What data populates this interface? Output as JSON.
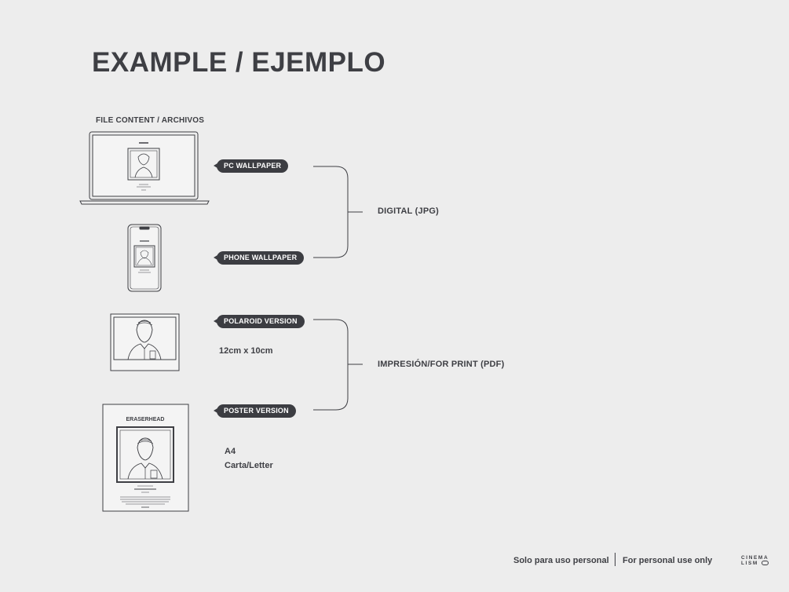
{
  "header": {
    "title": "EXAMPLE / EJEMPLO"
  },
  "section": {
    "label": "FILE CONTENT / ARCHIVOS"
  },
  "pills": {
    "pc_wallpaper": "PC WALLPAPER",
    "phone_wallpaper": "PHONE WALLPAPER",
    "polaroid_version": "POLAROID VERSION",
    "poster_version": "POSTER VERSION"
  },
  "formats": {
    "digital": "DIGITAL (JPG)",
    "print": "IMPRESIÓN/FOR PRINT (PDF)"
  },
  "sizes": {
    "polaroid": "12cm x 10cm",
    "poster_line1": "A4",
    "poster_line2": "Carta/Letter"
  },
  "poster": {
    "title": "ERASERHEAD"
  },
  "footer": {
    "left": "Solo para uso personal",
    "right": "For personal use only",
    "brand_line1": "CINEMA",
    "brand_line2": "LISM"
  },
  "colors": {
    "background": "#ededed",
    "ink": "#3e3f44",
    "pill": "#3c3d42"
  },
  "icons": [
    "laptop-icon",
    "phone-icon",
    "polaroid-icon",
    "poster-icon",
    "bracket-connector"
  ]
}
